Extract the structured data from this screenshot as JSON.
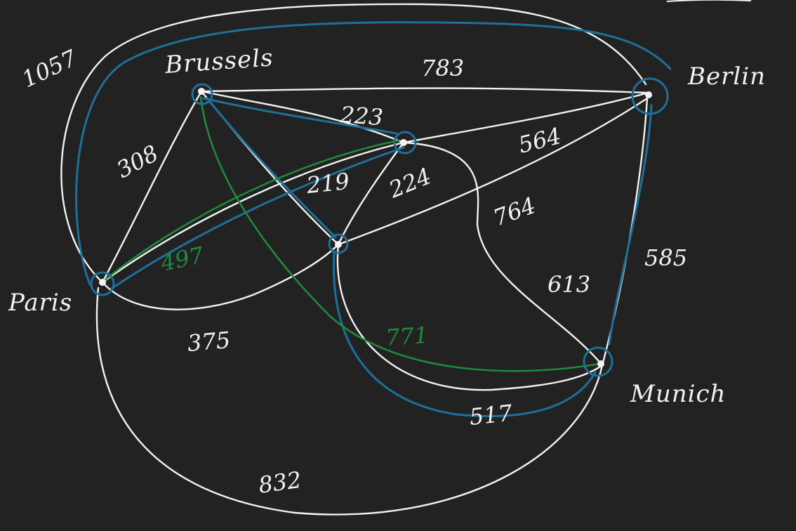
{
  "colors": {
    "background": "#222222",
    "edge": "#f2f2f2",
    "route_blue": "#1f6f9a",
    "route_green": "#1f8a3b"
  },
  "cities": {
    "paris": "Paris",
    "brussels": "Brussels",
    "berlin": "Berlin",
    "munich": "Munich"
  },
  "weights": {
    "w1057": "1057",
    "w783": "783",
    "w223": "223",
    "w564": "564",
    "w308": "308",
    "w219": "219",
    "w224": "224",
    "w764": "764",
    "w497": "497",
    "w585": "585",
    "w613": "613",
    "w375": "375",
    "w771": "771",
    "w517": "517",
    "w832": "832"
  }
}
